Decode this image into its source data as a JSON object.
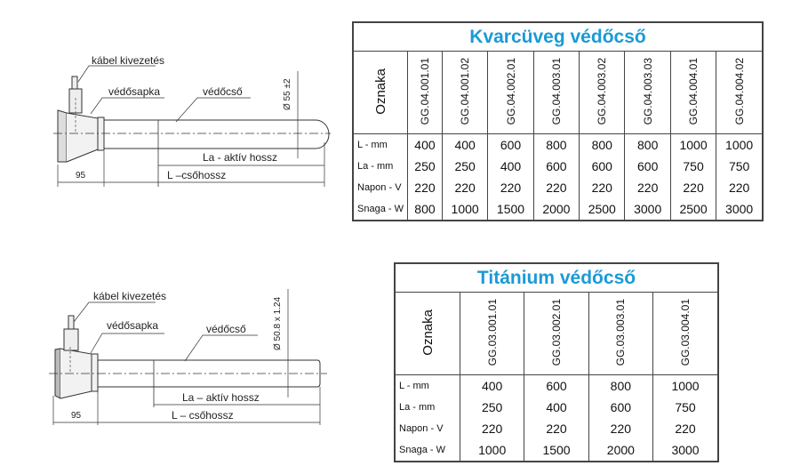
{
  "diagram_top": {
    "cable_label": "kábel kivezetés",
    "cap_label": "védősapka",
    "tube_label": "védőcső",
    "diameter_label": "Ø 55 ±2",
    "active_length_label": "La -  aktív hossz",
    "tube_length_label": "L –csőhossz",
    "cap_length": "95"
  },
  "diagram_bottom": {
    "cable_label": "kábel kivezetés",
    "cap_label": "védősapka",
    "tube_label": "védőcső",
    "diameter_label": "Ø 50.8  x 1.24",
    "active_length_label": "La –  aktív hossz",
    "tube_length_label": "L –  csőhossz",
    "cap_length": "95"
  },
  "table_quartz": {
    "title": "Kvarcüveg védőcső",
    "header": "Oznaka",
    "codes": [
      "GG.04.001.01",
      "GG.04.001.02",
      "GG.04.002.01",
      "GG.04.003.01",
      "GG.04.003.02",
      "GG.04.003.03",
      "GG.04.004.01",
      "GG.04.004.02"
    ],
    "rows": [
      {
        "label": "L - mm",
        "values": [
          "400",
          "400",
          "600",
          "800",
          "800",
          "800",
          "1000",
          "1000"
        ]
      },
      {
        "label": "La - mm",
        "values": [
          "250",
          "250",
          "400",
          "600",
          "600",
          "600",
          "750",
          "750"
        ]
      },
      {
        "label": "Napon - V",
        "values": [
          "220",
          "220",
          "220",
          "220",
          "220",
          "220",
          "220",
          "220"
        ]
      },
      {
        "label": "Snaga - W",
        "values": [
          "800",
          "1000",
          "1500",
          "2000",
          "2500",
          "3000",
          "2500",
          "3000"
        ]
      }
    ]
  },
  "table_titanium": {
    "title": "Titánium védőcső",
    "header": "Oznaka",
    "codes": [
      "GG.03.001.01",
      "GG.03.002.01",
      "GG.03.003.01",
      "GG.03.004.01"
    ],
    "rows": [
      {
        "label": "L - mm",
        "values": [
          "400",
          "600",
          "800",
          "1000"
        ]
      },
      {
        "label": "La - mm",
        "values": [
          "250",
          "400",
          "600",
          "750"
        ]
      },
      {
        "label": "Napon - V",
        "values": [
          "220",
          "220",
          "220",
          "220"
        ]
      },
      {
        "label": "Snaga - W",
        "values": [
          "1000",
          "1500",
          "2000",
          "3000"
        ]
      }
    ]
  },
  "colors": {
    "title": "#1b9ad6",
    "line": "#444444"
  }
}
